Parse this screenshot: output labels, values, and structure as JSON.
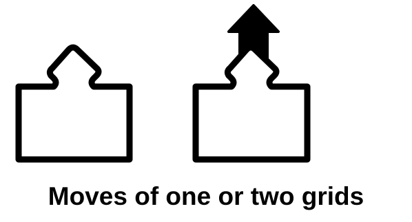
{
  "caption": "Moves of one or two grids",
  "icons": [
    {
      "name": "move-one-grid-icon",
      "steps": 1
    },
    {
      "name": "move-two-grids-icon",
      "steps": 2
    }
  ],
  "colors": {
    "stroke": "#000000",
    "fill": "#ffffff",
    "accent": "#000000"
  }
}
